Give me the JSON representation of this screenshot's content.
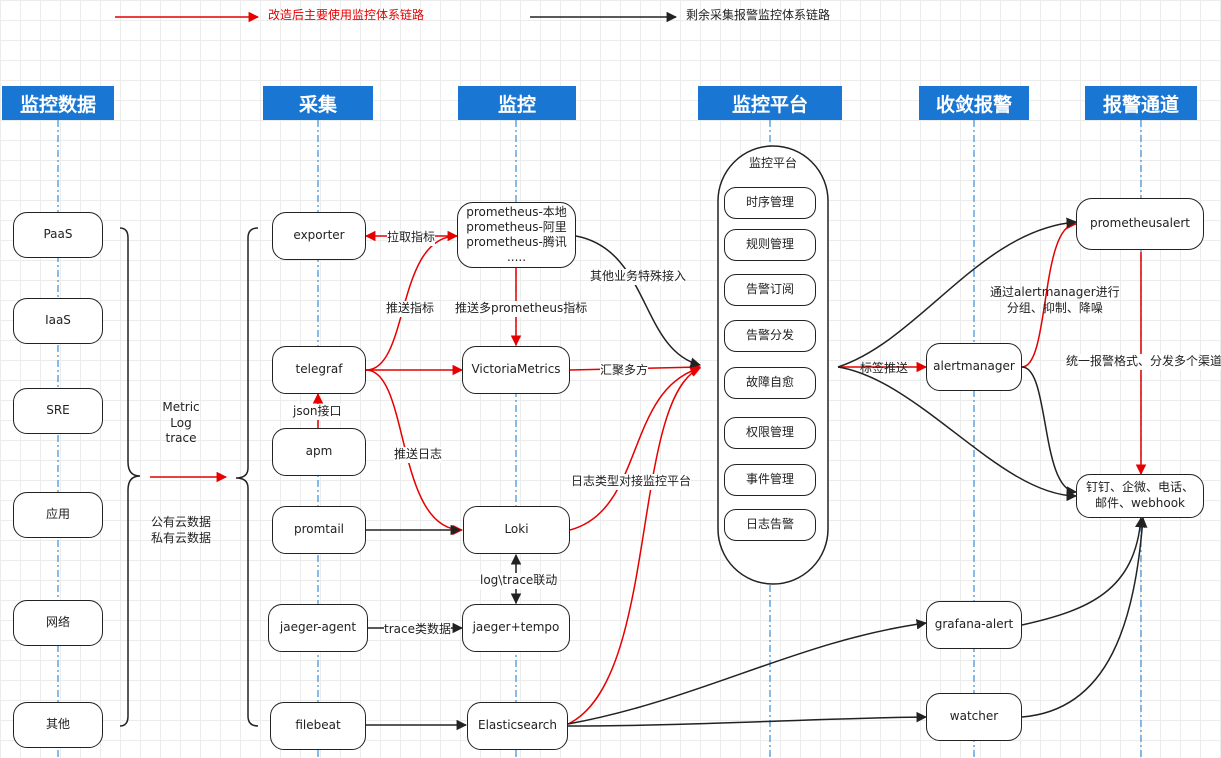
{
  "legend": {
    "red": "改造后主要使用监控体系链路",
    "black": "剩余采集报警监控体系链路"
  },
  "headers": {
    "data": "监控数据",
    "collect": "采集",
    "monitor": "监控",
    "platform": "监控平台",
    "converge": "收敛报警",
    "channel": "报警通道"
  },
  "sources": [
    "PaaS",
    "IaaS",
    "SRE",
    "应用",
    "网络",
    "其他"
  ],
  "middle": {
    "types": "Metric\nLog\ntrace",
    "cloud": "公有云数据\n私有云数据"
  },
  "collectors": {
    "exporter": "exporter",
    "telegraf": "telegraf",
    "apm": "apm",
    "promtail": "promtail",
    "jaeger_agent": "jaeger-agent",
    "filebeat": "filebeat"
  },
  "monitors": {
    "prometheus": "prometheus-本地\nprometheus-阿里\nprometheus-腾讯\n.....",
    "victoria": "VictoriaMetrics",
    "loki": "Loki",
    "jaeger": "jaeger+tempo",
    "elastic": "Elasticsearch"
  },
  "platform": {
    "title": "监控平台",
    "items": [
      "时序管理",
      "规则管理",
      "告警订阅",
      "告警分发",
      "故障自愈",
      "权限管理",
      "事件管理",
      "日志告警"
    ]
  },
  "alerts": {
    "alertmanager": "alertmanager",
    "grafana": "grafana-alert",
    "watcher": "watcher"
  },
  "channels": {
    "prometheusalert": "prometheusalert",
    "final": "钉钉、企微、电话、\n邮件、webhook"
  },
  "edge_labels": {
    "pull": "拉取指标",
    "push_metric": "推送指标",
    "json": "json接口",
    "push_log": "推送日志",
    "push_multi": "推送多prometheus指标",
    "special": "其他业务特殊接入",
    "aggregate": "汇聚多方",
    "log_type": "日志类型对接监控平台",
    "linkage": "log\\trace联动",
    "trace_data": "trace类数据",
    "tag_push": "标签推送",
    "am_desc": "通过alertmanager进行\n分组、抑制、降噪",
    "unified": "统一报警格式、分发多个渠道"
  },
  "colors": {
    "header": "#1976d2",
    "red": "#e60000",
    "black": "#222222",
    "lane": "#3a8fd9"
  }
}
